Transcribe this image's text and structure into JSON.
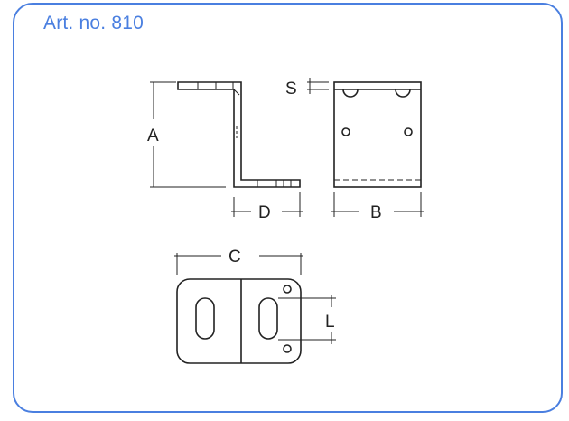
{
  "title": "Art. no. 810",
  "colors": {
    "frame": "#4a7fe0",
    "title": "#4a7fe0",
    "line": "#222222"
  },
  "dimensions": {
    "A": "A",
    "B": "B",
    "C": "C",
    "D": "D",
    "L": "L",
    "S": "S"
  },
  "views": [
    "side-view",
    "front-view",
    "top-view"
  ]
}
